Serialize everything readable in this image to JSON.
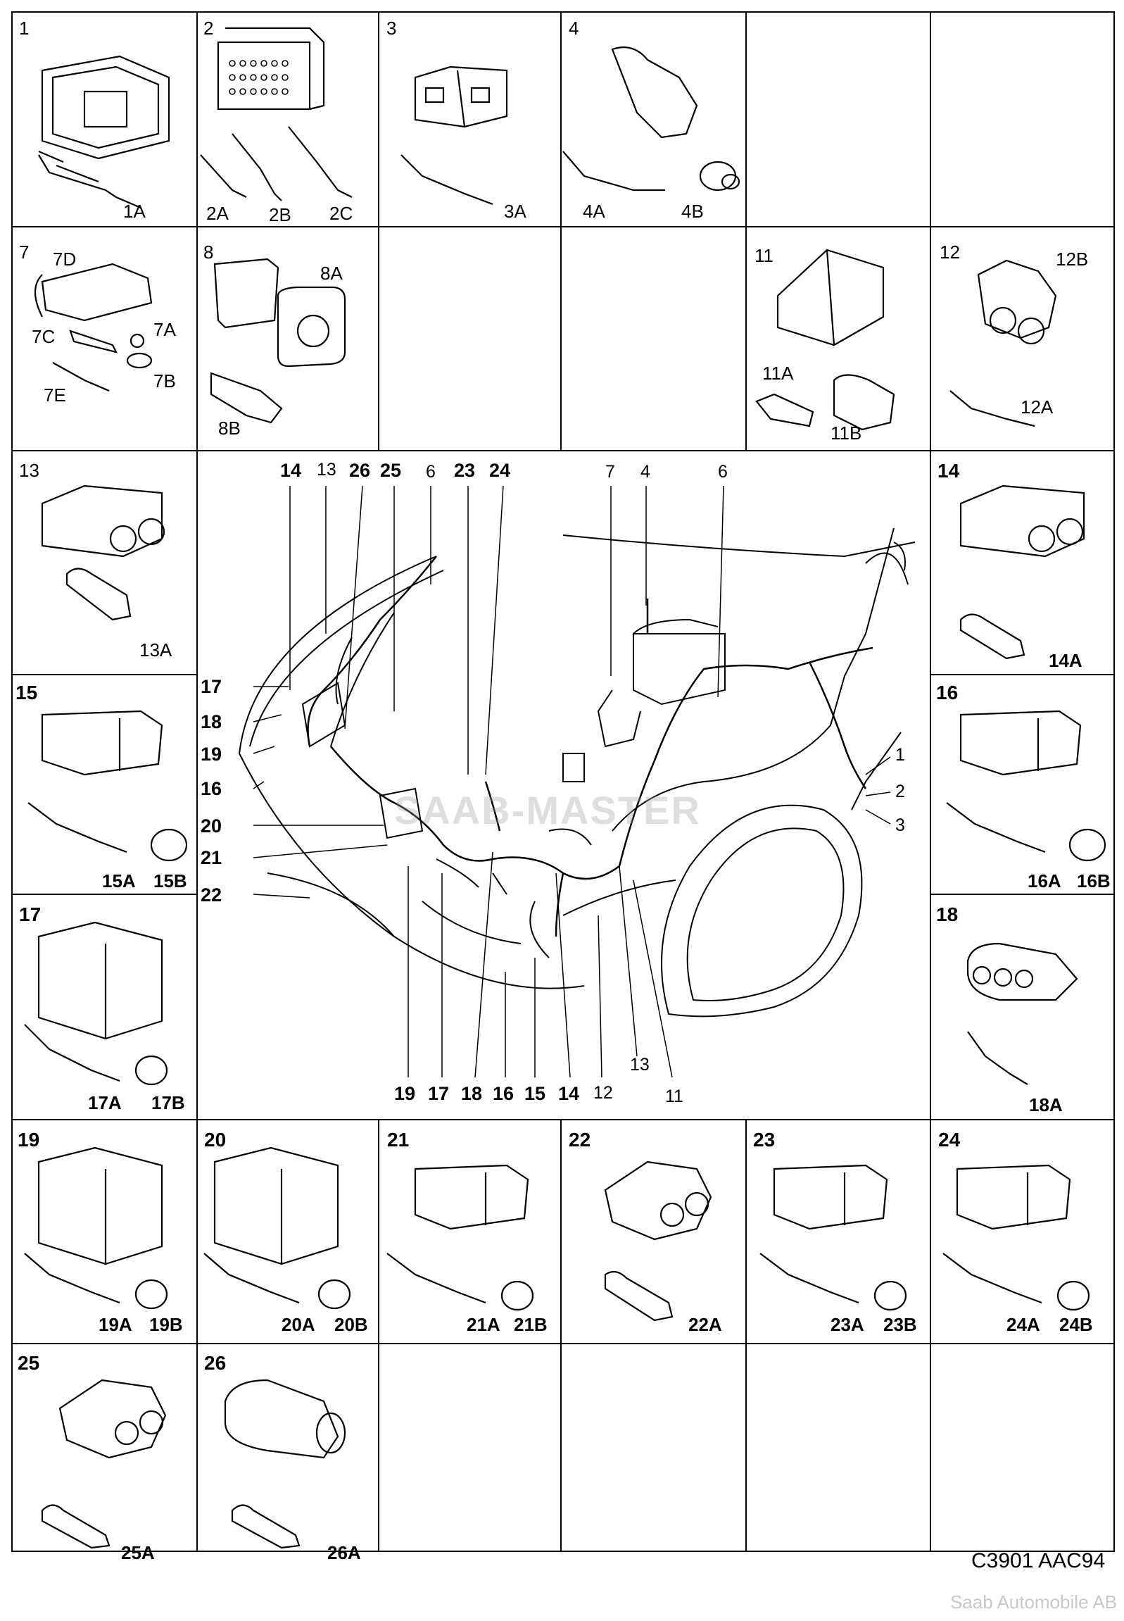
{
  "drawing_code": "C3901 AAC94",
  "copyright": "Saab Automobile AB",
  "watermark": "SAAB-MASTER",
  "cells": {
    "c1": {
      "num": "1",
      "parts": [
        "1A"
      ]
    },
    "c2": {
      "num": "2",
      "parts": [
        "2A",
        "2B",
        "2C"
      ]
    },
    "c3": {
      "num": "3",
      "parts": [
        "3A"
      ]
    },
    "c4": {
      "num": "4",
      "parts": [
        "4A",
        "4B"
      ]
    },
    "c7": {
      "num": "7",
      "parts": [
        "7D",
        "7A",
        "7C",
        "7B",
        "7E"
      ]
    },
    "c8": {
      "num": "8",
      "parts": [
        "8A",
        "8B"
      ]
    },
    "c11": {
      "num": "11",
      "parts": [
        "11A",
        "11B"
      ]
    },
    "c12": {
      "num": "12",
      "parts": [
        "12B",
        "12A"
      ]
    },
    "c13": {
      "num": "13",
      "parts": [
        "13A"
      ]
    },
    "c14": {
      "num": "14",
      "parts": [
        "14A"
      ]
    },
    "c15": {
      "num": "15",
      "parts": [
        "15A",
        "15B"
      ]
    },
    "c16": {
      "num": "16",
      "parts": [
        "16A",
        "16B"
      ]
    },
    "c17": {
      "num": "17",
      "parts": [
        "17A",
        "17B"
      ]
    },
    "c18": {
      "num": "18",
      "parts": [
        "18A"
      ]
    },
    "c19": {
      "num": "19",
      "parts": [
        "19A",
        "19B"
      ]
    },
    "c20": {
      "num": "20",
      "parts": [
        "20A",
        "20B"
      ]
    },
    "c21": {
      "num": "21",
      "parts": [
        "21A",
        "21B"
      ]
    },
    "c22": {
      "num": "22",
      "parts": [
        "22A"
      ]
    },
    "c23": {
      "num": "23",
      "parts": [
        "23A",
        "23B"
      ]
    },
    "c24": {
      "num": "24",
      "parts": [
        "24A",
        "24B"
      ]
    },
    "c25": {
      "num": "25",
      "parts": [
        "25A"
      ]
    },
    "c26": {
      "num": "26",
      "parts": [
        "26A"
      ]
    }
  },
  "callouts": {
    "top": [
      "14",
      "13",
      "26",
      "25",
      "6",
      "23",
      "24",
      "7",
      "4",
      "6"
    ],
    "left": [
      "17",
      "18",
      "19",
      "16",
      "20",
      "21",
      "22"
    ],
    "right": [
      "1",
      "2",
      "3"
    ],
    "bottom": [
      "19",
      "17",
      "18",
      "16",
      "15",
      "14",
      "12",
      "13",
      "11"
    ]
  }
}
